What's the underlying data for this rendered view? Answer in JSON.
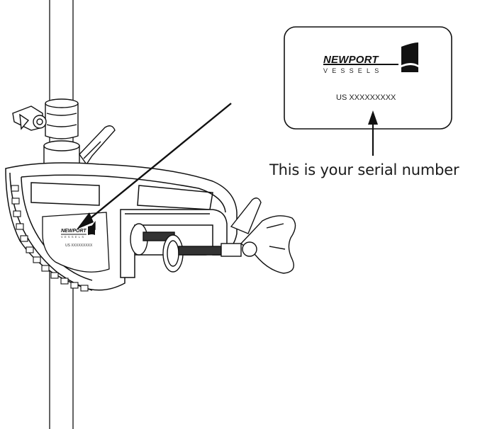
{
  "callout": {
    "text": "This is your serial number"
  },
  "card": {
    "brand": "NEWPORT",
    "brand_sub": "VESSELS",
    "serial": "US XXXXXXXXX"
  },
  "plate": {
    "brand": "NEWPORT",
    "brand_sub": "VESSELS",
    "serial": "US XXXXXXXXX"
  },
  "icons": {
    "logo": "newport-sail-logo-icon",
    "arrow": "pointer-arrow-icon"
  },
  "colors": {
    "line": "#111111",
    "fill": "#ffffff"
  }
}
